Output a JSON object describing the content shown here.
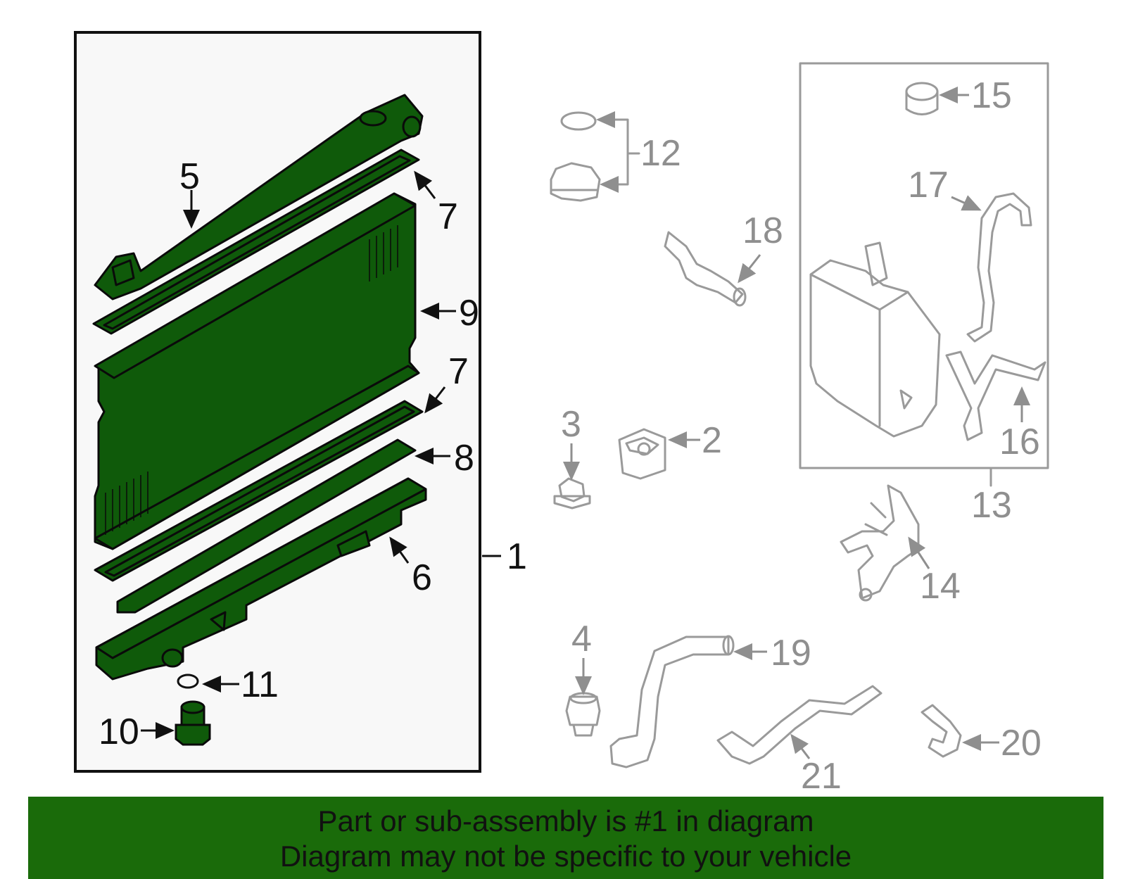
{
  "labels": {
    "l1": "1",
    "l2": "2",
    "l3": "3",
    "l4": "4",
    "l5": "5",
    "l6": "6",
    "l7a": "7",
    "l7b": "7",
    "l8": "8",
    "l9": "9",
    "l10": "10",
    "l11": "11",
    "l12": "12",
    "l13": "13",
    "l14": "14",
    "l15": "15",
    "l16": "16",
    "l17": "17",
    "l18": "18",
    "l19": "19",
    "l20": "20",
    "l21": "21"
  },
  "banner": {
    "line1": "Part or sub-assembly is #1 in diagram",
    "line2": "Diagram may not be specific to your vehicle"
  },
  "colors": {
    "highlight_fill": "#0f5a0a",
    "highlight_stroke": "#0a0a0a",
    "other_parts": "#9a9a9a",
    "banner_bg": "#1a6b0a"
  }
}
